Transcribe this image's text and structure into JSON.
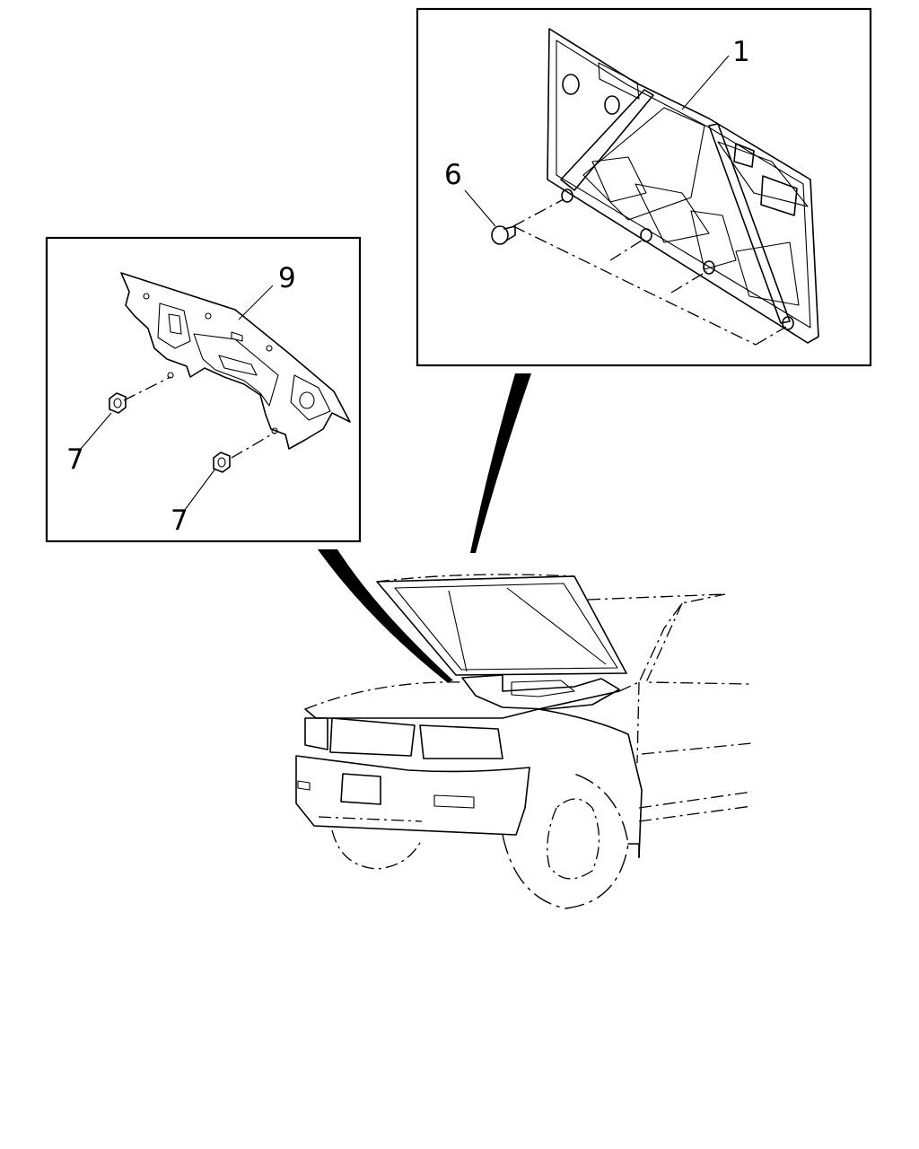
{
  "callouts": {
    "hood_insulator": "1",
    "clip": "6",
    "dash_insulator": "9",
    "nut_upper": "7",
    "nut_lower": "7"
  }
}
